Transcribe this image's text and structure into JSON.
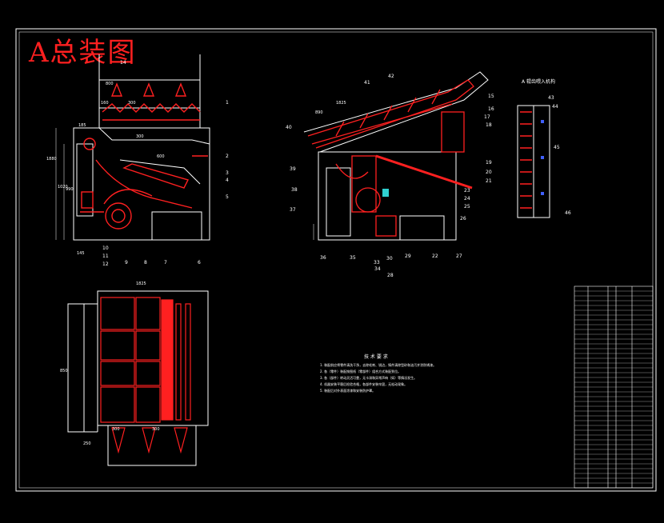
{
  "title": "A总装图",
  "part_numbers": [
    "1",
    "2",
    "3",
    "4",
    "5",
    "6",
    "7",
    "8",
    "9",
    "10",
    "11",
    "12",
    "14",
    "15",
    "16",
    "17",
    "18",
    "19",
    "20",
    "21",
    "22",
    "23",
    "24",
    "25",
    "26",
    "27",
    "28",
    "29",
    "30",
    "33",
    "34",
    "35",
    "36",
    "37",
    "38",
    "39",
    "40",
    "41",
    "42",
    "43",
    "44",
    "45",
    "46"
  ],
  "dimensions": {
    "top_width_a": "800",
    "top_width_b": "160",
    "top_width_c": "300",
    "top_width_d": "300",
    "inner_width": "600",
    "small_dim": "185",
    "height_total": "1880",
    "height_inner": "1020",
    "height_small": "990",
    "bottom_left": "145",
    "plan_width": "1825",
    "plan_height": "850",
    "plan_bottom_a": "300",
    "plan_bottom_b": "300",
    "plan_bottom_c": "250",
    "side_dim_a": "890",
    "side_dim_b": "1825"
  },
  "detail_title": "A 辊齿喂入机构",
  "tech_title": "技 术 要 求",
  "tech_lines": [
    "1. 装配前应将零件清洗干净，去除毛刺、锐边，铸件清除型砂和油污并涂防锈漆。",
    "2. 各（零件）装配按图纸（零部件）组合方式装配到位。",
    "3. 各（部件）转动灵活可靠，无卡滞和异常声响（如）等情况发生。",
    "4. 机器安装平稳后检验合格，各部件安装牢固，无松动现象。",
    "5. 装配后对外表面涂漆和安装防护罩。"
  ],
  "colors": {
    "background": "#000000",
    "line": "#ffffff",
    "part": "#ff2020",
    "accent_blue": "#4060ff",
    "accent_cyan": "#30d0d0"
  }
}
